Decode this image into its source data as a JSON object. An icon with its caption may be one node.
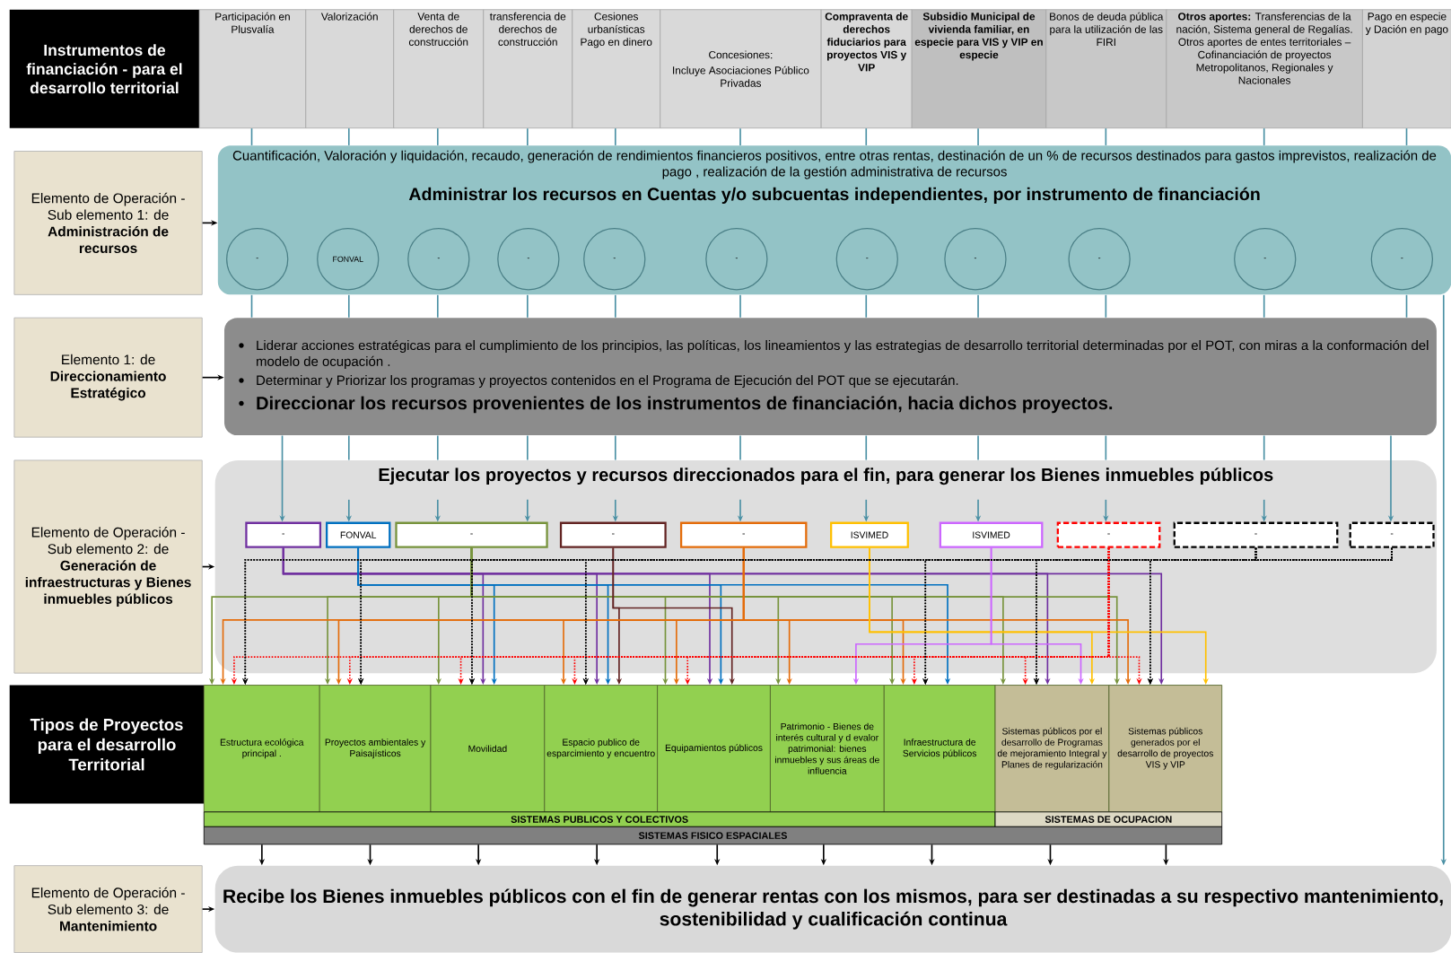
{
  "diagram": {
    "nodes": [
      {
        "text": [
          "Instrumentos de financiación - para el desarrollo territorial"
        ]
      },
      {
        "text": [
          "Participación en Plusvalía"
        ]
      },
      {
        "text": [
          "Valorización"
        ]
      },
      {
        "text": [
          "Venta de derechos de construcción"
        ]
      },
      {
        "text": [
          "transferencia de derechos de construcción"
        ]
      },
      {
        "text": [
          "Cesiones urbanísticas Pago en dinero"
        ]
      },
      {
        "text": [
          "Concesiones:",
          "Incluye Asociaciones Público Privadas"
        ]
      },
      {
        "text": [
          "Compraventa de derechos fiduciarios para proyectos VIS y VIP"
        ]
      },
      {
        "text": [
          "Subsidio Municipal de vivienda familiar, en especie **para VIS y VIP en especie**"
        ]
      },
      {
        "text": [
          "Bonos de deuda pública para la utilización de las FIRI"
        ]
      },
      {
        "text": [
          "**Otros aportes:** Transferencias de la nación, Sistema general de Regalías. Otros aportes de entes territoriales – Cofinanciación de proyectos Metropolitanos, Regionales y Nacionales"
        ]
      },
      {
        "text": [
          "Pago en especie y Dación en pago"
        ]
      },
      {
        "text": [
          "Elemento de Operación - Sub elemento 1: de **Administración de recursos**"
        ]
      },
      {
        "text": [
          "Cuantificación, Valoración y liquidación, recaudo, generación de rendimientos financieros positivos, entre otras rentas, destinación de un % de recursos destinados para gastos imprevistos, realización de pago , realización de la gestión administrativa de recursos",
          "Administrar los recursos en Cuentas y/o subcuentas independientes, por instrumento de financiación"
        ]
      },
      {
        "text": [
          "-"
        ],
        "in": 13
      },
      {
        "text": [
          "FONVAL"
        ],
        "in": 13
      },
      {
        "text": [
          "-"
        ],
        "in": 13
      },
      {
        "text": [
          "-"
        ],
        "in": 13
      },
      {
        "text": [
          "-"
        ],
        "in": 13
      },
      {
        "text": [
          "-"
        ],
        "in": 13
      },
      {
        "text": [
          "-"
        ],
        "in": 13
      },
      {
        "text": [
          "-"
        ],
        "in": 13
      },
      {
        "text": [
          "-"
        ],
        "in": 13
      },
      {
        "text": [
          "-"
        ],
        "in": 13
      },
      {
        "text": [
          "-"
        ],
        "in": 13
      },
      {
        "text": [
          "Elemento 1: de **Direccionamiento Estratégico**"
        ]
      },
      {
        "text": [
          "Liderar acciones estratégicas para el cumplimiento de los principios, las políticas, los lineamientos y las estrategias de desarrollo territorial determinadas por el POT, con miras a la conformación del modelo de ocupación .",
          "Determinar y Priorizar los programas y proyectos contenidos en el Programa de Ejecución del POT que se ejecutarán.",
          "Direccionar los recursos provenientes de los instrumentos de financiación, hacia dichos proyectos."
        ]
      },
      {
        "text": [
          "Elemento de Operación - Sub elemento 2: de **Generación de infraestructuras y Bienes inmuebles públicos**"
        ]
      },
      {
        "text": [
          "Ejecutar los proyectos y recursos direccionados para el fin, para generar los Bienes inmuebles públicos"
        ]
      },
      {
        "text": [
          "-"
        ],
        "in": 28
      },
      {
        "text": [
          "FONVAL"
        ],
        "in": 28
      },
      {
        "text": [
          "-"
        ],
        "in": 28
      },
      {
        "text": [
          "-"
        ],
        "in": 28
      },
      {
        "text": [
          "-"
        ],
        "in": 28
      },
      {
        "text": [
          "ISVIMED"
        ],
        "in": 28
      },
      {
        "text": [
          "ISVIMED"
        ],
        "in": 28
      },
      {
        "text": [
          "-"
        ],
        "in": 28
      },
      {
        "text": [
          "-"
        ],
        "in": 28
      },
      {
        "text": [
          "-"
        ],
        "in": 28
      },
      {
        "text": [
          "Tipos de Proyectos para el desarrollo Territorial"
        ]
      },
      {
        "text": [
          "Estructura ecológica principal ."
        ]
      },
      {
        "text": [
          "Proyectos ambientales y Paisajísticos"
        ]
      },
      {
        "text": [
          "Movilidad"
        ]
      },
      {
        "text": [
          "Espacio publico de esparcimiento y encuentro"
        ]
      },
      {
        "text": [
          "Equipamientos públicos"
        ]
      },
      {
        "text": [
          "Patrimonio - Bienes de interés cultural y d evalor patrimonial: bienes inmuebles y sus áreas de influencia"
        ]
      },
      {
        "text": [
          "Infraestructura de Servicios públicos"
        ]
      },
      {
        "text": [
          "Sistemas públicos por el desarrollo de Programas de mejoramiento Integral y Planes de regularización"
        ]
      },
      {
        "text": [
          "Sistemas públicos generados por el desarrollo de proyectos VIS y VIP"
        ]
      },
      {
        "text": [
          "SISTEMAS PUBLICOS Y COLECTIVOS"
        ]
      },
      {
        "text": [
          "SISTEMAS DE OCUPACION"
        ]
      },
      {
        "text": [
          "SISTEMAS FISICO ESPACIALES"
        ]
      },
      {
        "text": [
          "Elemento de Operación - Sub elemento 3: de **Mantenimiento**"
        ]
      },
      {
        "text": [
          "Recibe los Bienes inmuebles públicos con el fin de generar rentas con los mismos, para ser destinadas a su respectivo mantenimiento, sostenibilidad y cualificación continua"
        ]
      }
    ],
    "edges": [
      {
        "from": 1,
        "to": 13,
        "arrow": "none",
        "color": "#4a90a4"
      },
      {
        "from": 2,
        "to": 13,
        "arrow": "none",
        "color": "#4a90a4"
      },
      {
        "from": 3,
        "to": 13,
        "arrow": "none",
        "color": "#4a90a4"
      },
      {
        "from": 4,
        "to": 13,
        "arrow": "none",
        "color": "#4a90a4"
      },
      {
        "from": 5,
        "to": 13,
        "arrow": "none",
        "color": "#4a90a4"
      },
      {
        "from": 6,
        "to": 13,
        "arrow": "none",
        "color": "#4a90a4"
      },
      {
        "from": 7,
        "to": 13,
        "arrow": "none",
        "color": "#4a90a4"
      },
      {
        "from": 8,
        "to": 13,
        "arrow": "none",
        "color": "#4a90a4"
      },
      {
        "from": 9,
        "to": 13,
        "arrow": "none",
        "color": "#4a90a4"
      },
      {
        "from": 10,
        "to": 13,
        "arrow": "none",
        "color": "#4a90a4"
      },
      {
        "from": 11,
        "to": 13,
        "arrow": "none",
        "color": "#4a90a4"
      },
      {
        "from": 13,
        "to": 26,
        "arrow": "none",
        "color": "#4a90a4"
      },
      {
        "from": 13,
        "to": 26,
        "arrow": "none",
        "color": "#4a90a4"
      },
      {
        "from": 13,
        "to": 26,
        "arrow": "none",
        "color": "#4a90a4"
      },
      {
        "from": 13,
        "to": 26,
        "arrow": "none",
        "color": "#4a90a4"
      },
      {
        "from": 13,
        "to": 26,
        "arrow": "none",
        "color": "#4a90a4"
      },
      {
        "from": 13,
        "to": 26,
        "arrow": "none",
        "color": "#4a90a4"
      },
      {
        "from": 13,
        "to": 26,
        "arrow": "none",
        "color": "#4a90a4"
      },
      {
        "from": 13,
        "to": 26,
        "arrow": "none",
        "color": "#4a90a4"
      },
      {
        "from": 13,
        "to": 26,
        "arrow": "none",
        "color": "#4a90a4"
      },
      {
        "from": 13,
        "to": 26,
        "arrow": "none",
        "color": "#4a90a4"
      },
      {
        "from": 13,
        "to": 26,
        "arrow": "none",
        "color": "#4a90a4"
      },
      {
        "from": 26,
        "to": 29,
        "arrow": "to",
        "color": "#4a90a4"
      },
      {
        "from": 26,
        "to": 28,
        "arrow": "none",
        "color": "#4a90a4"
      },
      {
        "from": 26,
        "to": 28,
        "arrow": "none",
        "color": "#4a90a4"
      },
      {
        "from": 26,
        "to": 28,
        "arrow": "none",
        "color": "#4a90a4"
      },
      {
        "from": 26,
        "to": 28,
        "arrow": "none",
        "color": "#4a90a4"
      },
      {
        "from": 26,
        "to": 28,
        "arrow": "none",
        "color": "#4a90a4"
      },
      {
        "from": 26,
        "to": 28,
        "arrow": "none",
        "color": "#4a90a4"
      },
      {
        "from": 26,
        "to": 28,
        "arrow": "none",
        "color": "#4a90a4"
      },
      {
        "from": 26,
        "to": 28,
        "arrow": "none",
        "color": "#4a90a4"
      },
      {
        "from": 26,
        "to": 28,
        "arrow": "none",
        "color": "#4a90a4"
      },
      {
        "from": null,
        "to": 30,
        "arrow": "to",
        "color": "#4a90a4"
      },
      {
        "from": null,
        "to": 31,
        "arrow": "to",
        "color": "#4a90a4"
      },
      {
        "from": null,
        "to": 31,
        "arrow": "to",
        "color": "#4a90a4"
      },
      {
        "from": null,
        "to": 32,
        "arrow": "to",
        "color": "#4a90a4"
      },
      {
        "from": null,
        "to": 33,
        "arrow": "to",
        "color": "#4a90a4"
      },
      {
        "from": null,
        "to": 34,
        "arrow": "to",
        "color": "#4a90a4"
      },
      {
        "from": null,
        "to": 35,
        "arrow": "to",
        "color": "#4a90a4"
      },
      {
        "from": null,
        "to": 36,
        "arrow": "to",
        "color": "#4a90a4"
      },
      {
        "from": null,
        "to": 37,
        "arrow": "to",
        "color": "#4a90a4"
      },
      {
        "from": 26,
        "to": 38,
        "arrow": "to",
        "color": "#4a90a4"
      },
      {
        "from": 13,
        "to": 53,
        "arrow": "to",
        "color": "#4a90a4"
      },
      {
        "from": 12,
        "to": 13,
        "arrow": "to",
        "color": "#000000"
      },
      {
        "from": 25,
        "to": 26,
        "arrow": "to",
        "color": "#000000"
      },
      {
        "from": 27,
        "to": 28,
        "arrow": "to",
        "color": "#000000"
      },
      {
        "from": 52,
        "to": 53,
        "arrow": "to",
        "color": "#000000"
      },
      {
        "from": 51,
        "to": 53,
        "arrow": "to",
        "color": "#000000"
      },
      {
        "from": 51,
        "to": 53,
        "arrow": "to",
        "color": "#000000"
      },
      {
        "from": 51,
        "to": 53,
        "arrow": "to",
        "color": "#000000"
      },
      {
        "from": 51,
        "to": 53,
        "arrow": "to",
        "color": "#000000"
      },
      {
        "from": 51,
        "to": 53,
        "arrow": "to",
        "color": "#000000"
      },
      {
        "from": 51,
        "to": 53,
        "arrow": "to",
        "color": "#000000"
      },
      {
        "from": 51,
        "to": 53,
        "arrow": "to",
        "color": "#000000"
      },
      {
        "from": 51,
        "to": 53,
        "arrow": "to",
        "color": "#000000"
      },
      {
        "from": 51,
        "to": 53,
        "arrow": "to",
        "color": "#000000"
      },
      {
        "from": 29,
        "to": 42,
        "arrow": "to",
        "color": "#7030a0"
      },
      {
        "from": 29,
        "to": 43,
        "arrow": "to",
        "color": "#7030a0"
      },
      {
        "from": 29,
        "to": 44,
        "arrow": "to",
        "color": "#7030a0"
      },
      {
        "from": 29,
        "to": 47,
        "arrow": "to",
        "color": "#7030a0"
      },
      {
        "from": 29,
        "to": 48,
        "arrow": "to",
        "color": "#7030a0"
      },
      {
        "from": 30,
        "to": 42,
        "arrow": "to",
        "color": "#0070c0"
      },
      {
        "from": 30,
        "to": 43,
        "arrow": "to",
        "color": "#0070c0"
      },
      {
        "from": 30,
        "to": 44,
        "arrow": "to",
        "color": "#0070c0"
      },
      {
        "from": 30,
        "to": 46,
        "arrow": "to",
        "color": "#0070c0"
      },
      {
        "from": 31,
        "to": 40,
        "arrow": "to",
        "color": "#77933c"
      },
      {
        "from": 31,
        "to": 41,
        "arrow": "to",
        "color": "#77933c"
      },
      {
        "from": 31,
        "to": 42,
        "arrow": "to",
        "color": "#77933c"
      },
      {
        "from": 31,
        "to": 44,
        "arrow": "to",
        "color": "#77933c"
      },
      {
        "from": 31,
        "to": 45,
        "arrow": "to",
        "color": "#77933c"
      },
      {
        "from": 31,
        "to": 46,
        "arrow": "to",
        "color": "#77933c"
      },
      {
        "from": 31,
        "to": 47,
        "arrow": "to",
        "color": "#77933c"
      },
      {
        "from": 31,
        "to": 48,
        "arrow": "to",
        "color": "#77933c"
      },
      {
        "from": 32,
        "to": 43,
        "arrow": "to",
        "color": "#632423"
      },
      {
        "from": 32,
        "to": 44,
        "arrow": "to",
        "color": "#632423"
      },
      {
        "from": 33,
        "to": 40,
        "arrow": "to",
        "color": "#e46c0a"
      },
      {
        "from": 33,
        "to": 41,
        "arrow": "to",
        "color": "#e46c0a"
      },
      {
        "from": 33,
        "to": 43,
        "arrow": "to",
        "color": "#e46c0a"
      },
      {
        "from": 33,
        "to": 44,
        "arrow": "to",
        "color": "#e46c0a"
      },
      {
        "from": 33,
        "to": 45,
        "arrow": "to",
        "color": "#e46c0a"
      },
      {
        "from": 33,
        "to": 46,
        "arrow": "to",
        "color": "#e46c0a"
      },
      {
        "from": 33,
        "to": 48,
        "arrow": "to",
        "color": "#e46c0a"
      },
      {
        "from": 34,
        "to": 47,
        "arrow": "to",
        "color": "#ffc000"
      },
      {
        "from": 34,
        "to": 48,
        "arrow": "to",
        "color": "#ffc000"
      },
      {
        "from": 35,
        "to": 45,
        "arrow": "to",
        "color": "#cc66ff"
      },
      {
        "from": 35,
        "to": 47,
        "arrow": "to",
        "color": "#cc66ff"
      },
      {
        "from": 36,
        "to": 40,
        "arrow": "to",
        "style": "dashed",
        "color": "#ff0000"
      },
      {
        "from": 36,
        "to": 41,
        "arrow": "to",
        "style": "dashed",
        "color": "#ff0000"
      },
      {
        "from": 36,
        "to": 42,
        "arrow": "to",
        "style": "dashed",
        "color": "#ff0000"
      },
      {
        "from": 36,
        "to": 43,
        "arrow": "to",
        "style": "dashed",
        "color": "#ff0000"
      },
      {
        "from": 36,
        "to": 44,
        "arrow": "to",
        "style": "dashed",
        "color": "#ff0000"
      },
      {
        "from": 36,
        "to": 46,
        "arrow": "to",
        "style": "dashed",
        "color": "#ff0000"
      },
      {
        "from": 36,
        "to": 47,
        "arrow": "to",
        "style": "dashed",
        "color": "#ff0000"
      },
      {
        "from": 36,
        "to": 48,
        "arrow": "to",
        "style": "dashed",
        "color": "#ff0000"
      },
      {
        "from": 37,
        "to": 40,
        "arrow": "to",
        "style": "dashed",
        "color": "#000000"
      },
      {
        "from": 37,
        "to": 41,
        "arrow": "to",
        "style": "dashed",
        "color": "#000000"
      },
      {
        "from": 37,
        "to": 42,
        "arrow": "to",
        "style": "dashed",
        "color": "#000000"
      },
      {
        "from": 37,
        "to": 43,
        "arrow": "to",
        "style": "dashed",
        "color": "#000000"
      },
      {
        "from": 37,
        "to": 46,
        "arrow": "to",
        "style": "dashed",
        "color": "#000000"
      },
      {
        "from": 37,
        "to": 47,
        "arrow": "to",
        "style": "dashed",
        "color": "#000000"
      },
      {
        "from": 37,
        "to": 48,
        "arrow": "to",
        "style": "dashed",
        "color": "#000000"
      },
      {
        "from": 38,
        "to": 40,
        "arrow": "to",
        "style": "dashed",
        "color": "#000000"
      },
      {
        "from": 38,
        "to": 41,
        "arrow": "to",
        "style": "dashed",
        "color": "#000000"
      },
      {
        "from": 38,
        "to": 42,
        "arrow": "to",
        "style": "dashed",
        "color": "#000000"
      },
      {
        "from": 38,
        "to": 43,
        "arrow": "to",
        "style": "dashed",
        "color": "#000000"
      },
      {
        "from": 38,
        "to": 46,
        "arrow": "to",
        "style": "dashed",
        "color": "#000000"
      },
      {
        "from": 38,
        "to": 47,
        "arrow": "to",
        "style": "dashed",
        "color": "#000000"
      },
      {
        "from": 38,
        "to": 48,
        "arrow": "to",
        "style": "dashed",
        "color": "#000000"
      }
    ]
  }
}
